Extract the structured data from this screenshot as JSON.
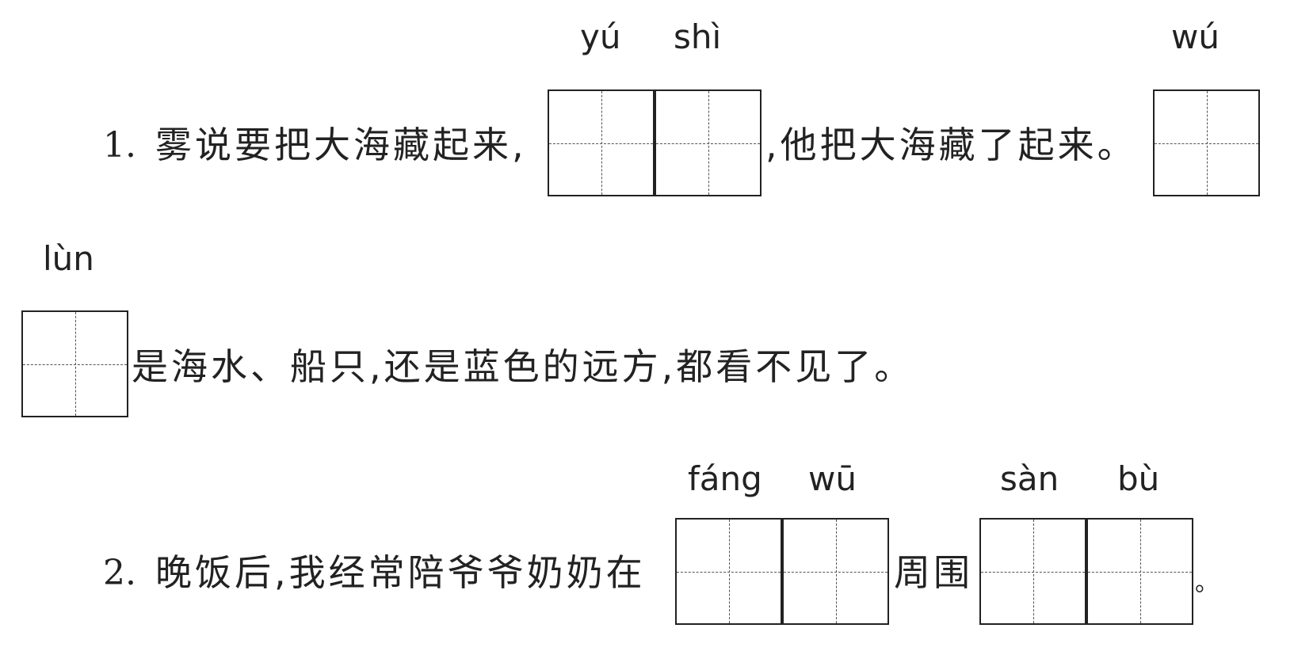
{
  "q1": {
    "number": "1.",
    "text_before": "雾说要把大海藏起来,",
    "text_after": ",他把大海藏了起来。",
    "pinyin_a1": "yú",
    "pinyin_a2": "shì",
    "pinyin_b": "wú",
    "pinyin_c": "lùn",
    "text_line2": "是海水、船只,还是蓝色的远方,都看不见了。"
  },
  "q2": {
    "number": "2.",
    "text_before": "晚饭后,我经常陪爷爷奶奶在",
    "text_middle": "周围",
    "text_end": "。",
    "pinyin_a1": "fáng",
    "pinyin_a2": "wū",
    "pinyin_b1": "sàn",
    "pinyin_b2": "bù"
  }
}
